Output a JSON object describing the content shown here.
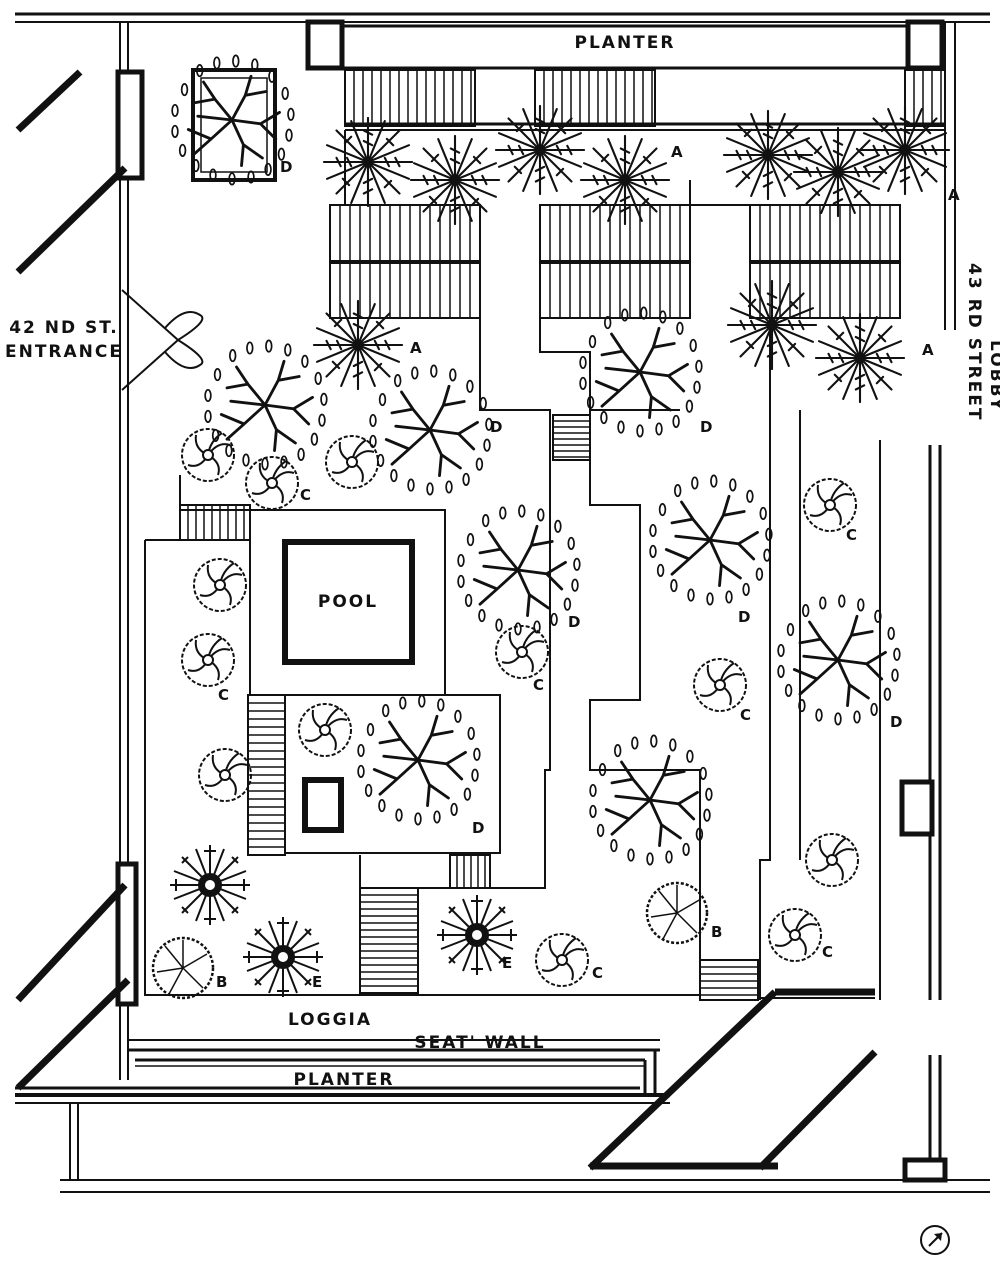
{
  "labels": {
    "planter_top": "PLANTER",
    "entrance_line1": "42 ND ST.",
    "entrance_line2": "ENTRANCE",
    "lobby_line1": "43 RD STREET",
    "lobby_line2": "LOBBY",
    "pool": "POOL",
    "loggia": "LOGGIA",
    "seat_wall": "SEAT' WALL",
    "planter_bottom": "PLANTER"
  },
  "planting_key": {
    "A": "A",
    "B": "B",
    "C": "C",
    "D": "D",
    "E": "E"
  },
  "colors": {
    "ink": "#111111",
    "paper": "#ffffff"
  },
  "icons": {
    "north_arrow": "north-arrow-icon"
  }
}
